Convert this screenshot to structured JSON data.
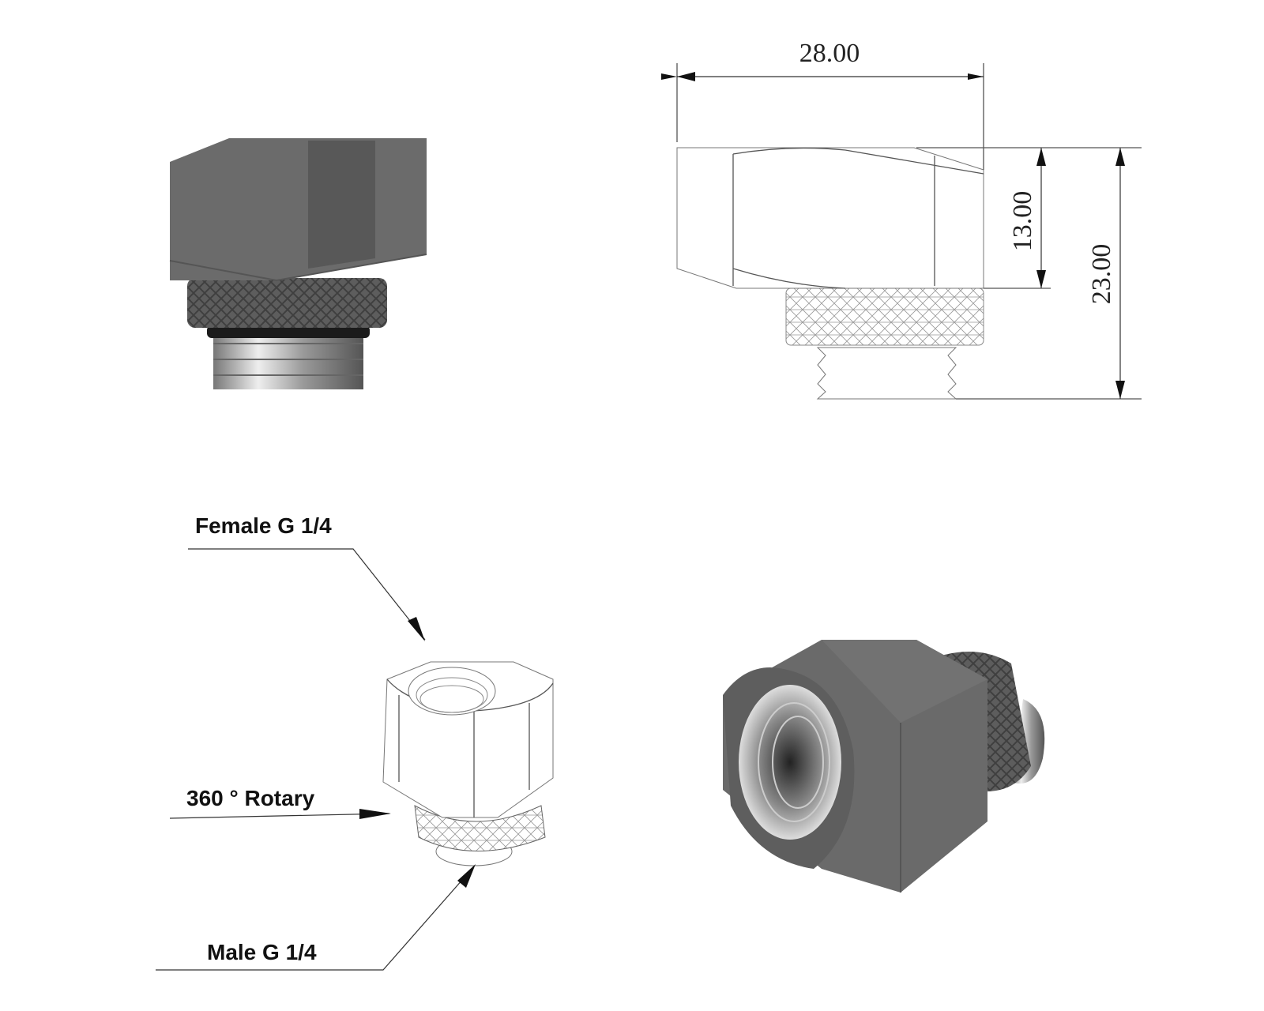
{
  "dimensions": {
    "width": "28.00",
    "body_height": "13.00",
    "total_height": "23.00"
  },
  "callouts": {
    "female": "Female G 1/4",
    "rotary": "360 ° Rotary",
    "male": "Male G 1/4"
  },
  "colors": {
    "body": "#6b6b6b",
    "body_dark": "#555555",
    "thread": "#c8c8c8",
    "line": "#555555"
  }
}
